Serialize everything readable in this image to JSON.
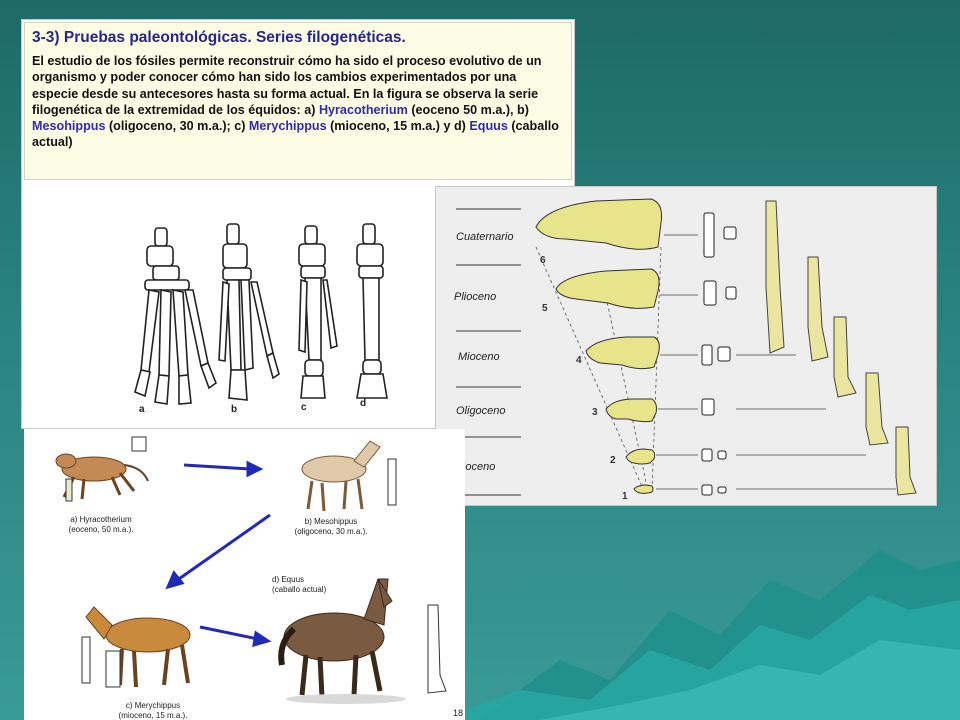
{
  "slide": {
    "title": "3-3) Pruebas paleontológicas. Series filogenéticas.",
    "paragraph_parts": [
      "El estudio de los fósiles permite reconstruir cómo ha sido el proceso evolutivo de un organismo y poder conocer cómo han sido los cambios experimentados por una especie desde su antecesores hasta su forma actual. En la figura se observa la serie filogenética de la extremidad de los équidos: a) ",
      "Hyracotherium",
      " (eoceno 50 m.a.), b) ",
      "Mesohippus",
      " (oligoceno, 30 m.a.); c) ",
      "Merychippus",
      " (mioceno, 15 m.a.) y d) ",
      "Equus",
      " (caballo actual)"
    ],
    "highlight_color": "#2b2bc4"
  },
  "limbs": {
    "letters": [
      "a",
      "b",
      "c",
      "d"
    ]
  },
  "eras": {
    "labels": [
      "Cuaternario",
      "Plioceno",
      "Mioceno",
      "Oligoceno",
      "Eoceno"
    ],
    "numbers": [
      "6",
      "5",
      "4",
      "3",
      "2",
      "1"
    ]
  },
  "evolution": {
    "captions": {
      "hyracotherium": [
        "a) Hyracotherium",
        "(eoceno, 50 m.a.)."
      ],
      "mesohippus": [
        "b) Mesohippus",
        "(oligoceno, 30 m.a.)."
      ],
      "equus": [
        "d) Equus",
        "(caballo actual)"
      ],
      "merychippus": [
        "c) Merychippus",
        "(mioceno, 15 m.a.)."
      ]
    },
    "page_number": "18",
    "arrow_color": "#1f2bb8"
  }
}
